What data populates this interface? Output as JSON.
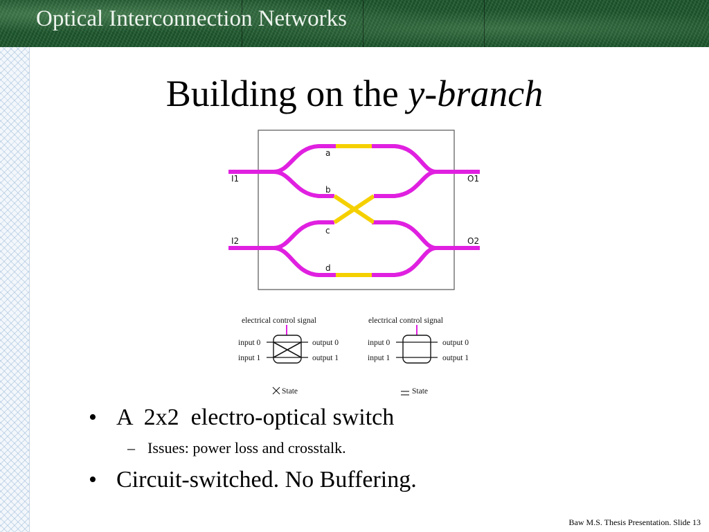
{
  "header": {
    "title": "Optical Interconnection Networks"
  },
  "slide": {
    "title_prefix": "Building on the ",
    "title_emphasis": "y-branch"
  },
  "diagram": {
    "labels": {
      "a": "a",
      "b": "b",
      "c": "c",
      "d": "d",
      "i1": "I1",
      "i2": "I2",
      "o1": "O1",
      "o2": "O2"
    },
    "colors": {
      "waveguide": "#e020e0",
      "electrode": "#f5d000"
    }
  },
  "switch_states": {
    "cross": {
      "control": "electrical control signal",
      "in0": "input 0",
      "in1": "input 1",
      "out0": "output 0",
      "out1": "output 1",
      "caption": "State"
    },
    "bar": {
      "control": "electrical control signal",
      "in0": "input 0",
      "in1": "input 1",
      "out0": "output 0",
      "out1": "output 1",
      "caption": "State"
    }
  },
  "bullets": {
    "b1": "A  2x2  electro-optical switch",
    "b1_sub": "Issues: power loss and crosstalk.",
    "b2": "Circuit-switched. No Buffering."
  },
  "footer": "Baw M.S. Thesis Presentation. Slide 13"
}
